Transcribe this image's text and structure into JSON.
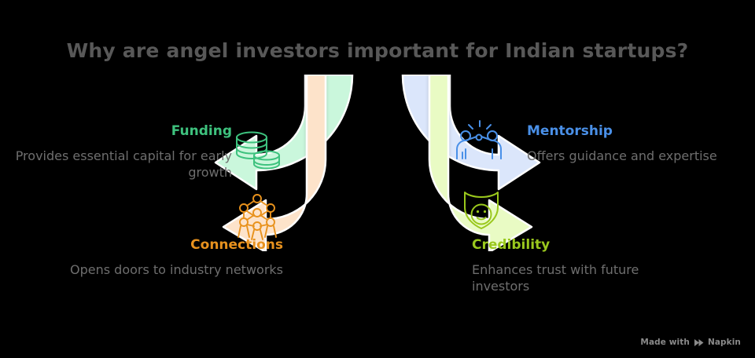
{
  "title": "Why are angel investors important for Indian startups?",
  "colors": {
    "background": "#000000",
    "title_text": "#585858",
    "body_text": "#6e6e6e",
    "funding_accent": "#3ec27e",
    "funding_fill": "#caf7dc",
    "mentorship_accent": "#4a90e8",
    "mentorship_fill": "#dbe6fb",
    "connections_accent": "#e8921e",
    "connections_fill": "#fde3ca",
    "credibility_accent": "#9ac81e",
    "credibility_fill": "#e9fbc4",
    "watermark_text": "#8a8a8a"
  },
  "nodes": [
    {
      "key": "funding",
      "title": "Funding",
      "description": "Provides essential capital for early growth",
      "icon": "coins-stack-icon",
      "accent": "#3ec27e",
      "fill": "#caf7dc",
      "direction": "left"
    },
    {
      "key": "mentorship",
      "title": "Mentorship",
      "description": "Offers guidance and expertise",
      "icon": "people-highfive-icon",
      "accent": "#4a90e8",
      "fill": "#dbe6fb",
      "direction": "right"
    },
    {
      "key": "connections",
      "title": "Connections",
      "description": "Opens doors to industry networks",
      "icon": "network-nodes-icon",
      "accent": "#e8921e",
      "fill": "#fde3ca",
      "direction": "down-left"
    },
    {
      "key": "credibility",
      "title": "Credibility",
      "description": "Enhances trust with future investors",
      "icon": "shield-smiley-icon",
      "accent": "#9ac81e",
      "fill": "#e9fbc4",
      "direction": "down-right"
    }
  ],
  "footer": {
    "prefix": "Made with",
    "brand": "Napkin",
    "logo_icon": "napkin-logo-icon"
  }
}
